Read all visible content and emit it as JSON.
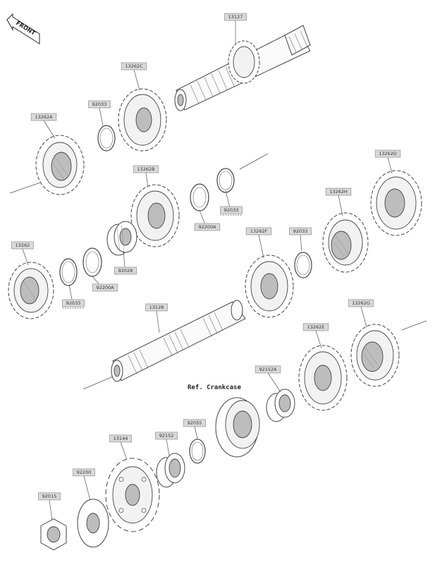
{
  "front_marker": {
    "text": "FRONT"
  },
  "reference": {
    "text": "Ref. Crankcase"
  },
  "parts": [
    {
      "id": "13127",
      "kind": "shaft-main"
    },
    {
      "id": "13262C",
      "kind": "gear"
    },
    {
      "id": "92033",
      "kind": "ring"
    },
    {
      "id": "13262A",
      "kind": "gear"
    },
    {
      "id": "13262B",
      "kind": "gear"
    },
    {
      "id": "92033",
      "kind": "ring"
    },
    {
      "id": "92200A",
      "kind": "ring"
    },
    {
      "id": "13262D",
      "kind": "gear"
    },
    {
      "id": "13262H",
      "kind": "gear"
    },
    {
      "id": "92033",
      "kind": "ring"
    },
    {
      "id": "13262",
      "kind": "gear"
    },
    {
      "id": "92033",
      "kind": "ring"
    },
    {
      "id": "92200A",
      "kind": "ring"
    },
    {
      "id": "92028",
      "kind": "bearing"
    },
    {
      "id": "13262F",
      "kind": "gear"
    },
    {
      "id": "13128",
      "kind": "shaft-drive"
    },
    {
      "id": "13262G",
      "kind": "gear"
    },
    {
      "id": "13262E",
      "kind": "gear"
    },
    {
      "id": "92152A",
      "kind": "collar"
    },
    {
      "id": "92055",
      "kind": "ring"
    },
    {
      "id": "92152",
      "kind": "collar"
    },
    {
      "id": "13144",
      "kind": "sprocket"
    },
    {
      "id": "92200",
      "kind": "washer"
    },
    {
      "id": "92015",
      "kind": "nut"
    }
  ]
}
